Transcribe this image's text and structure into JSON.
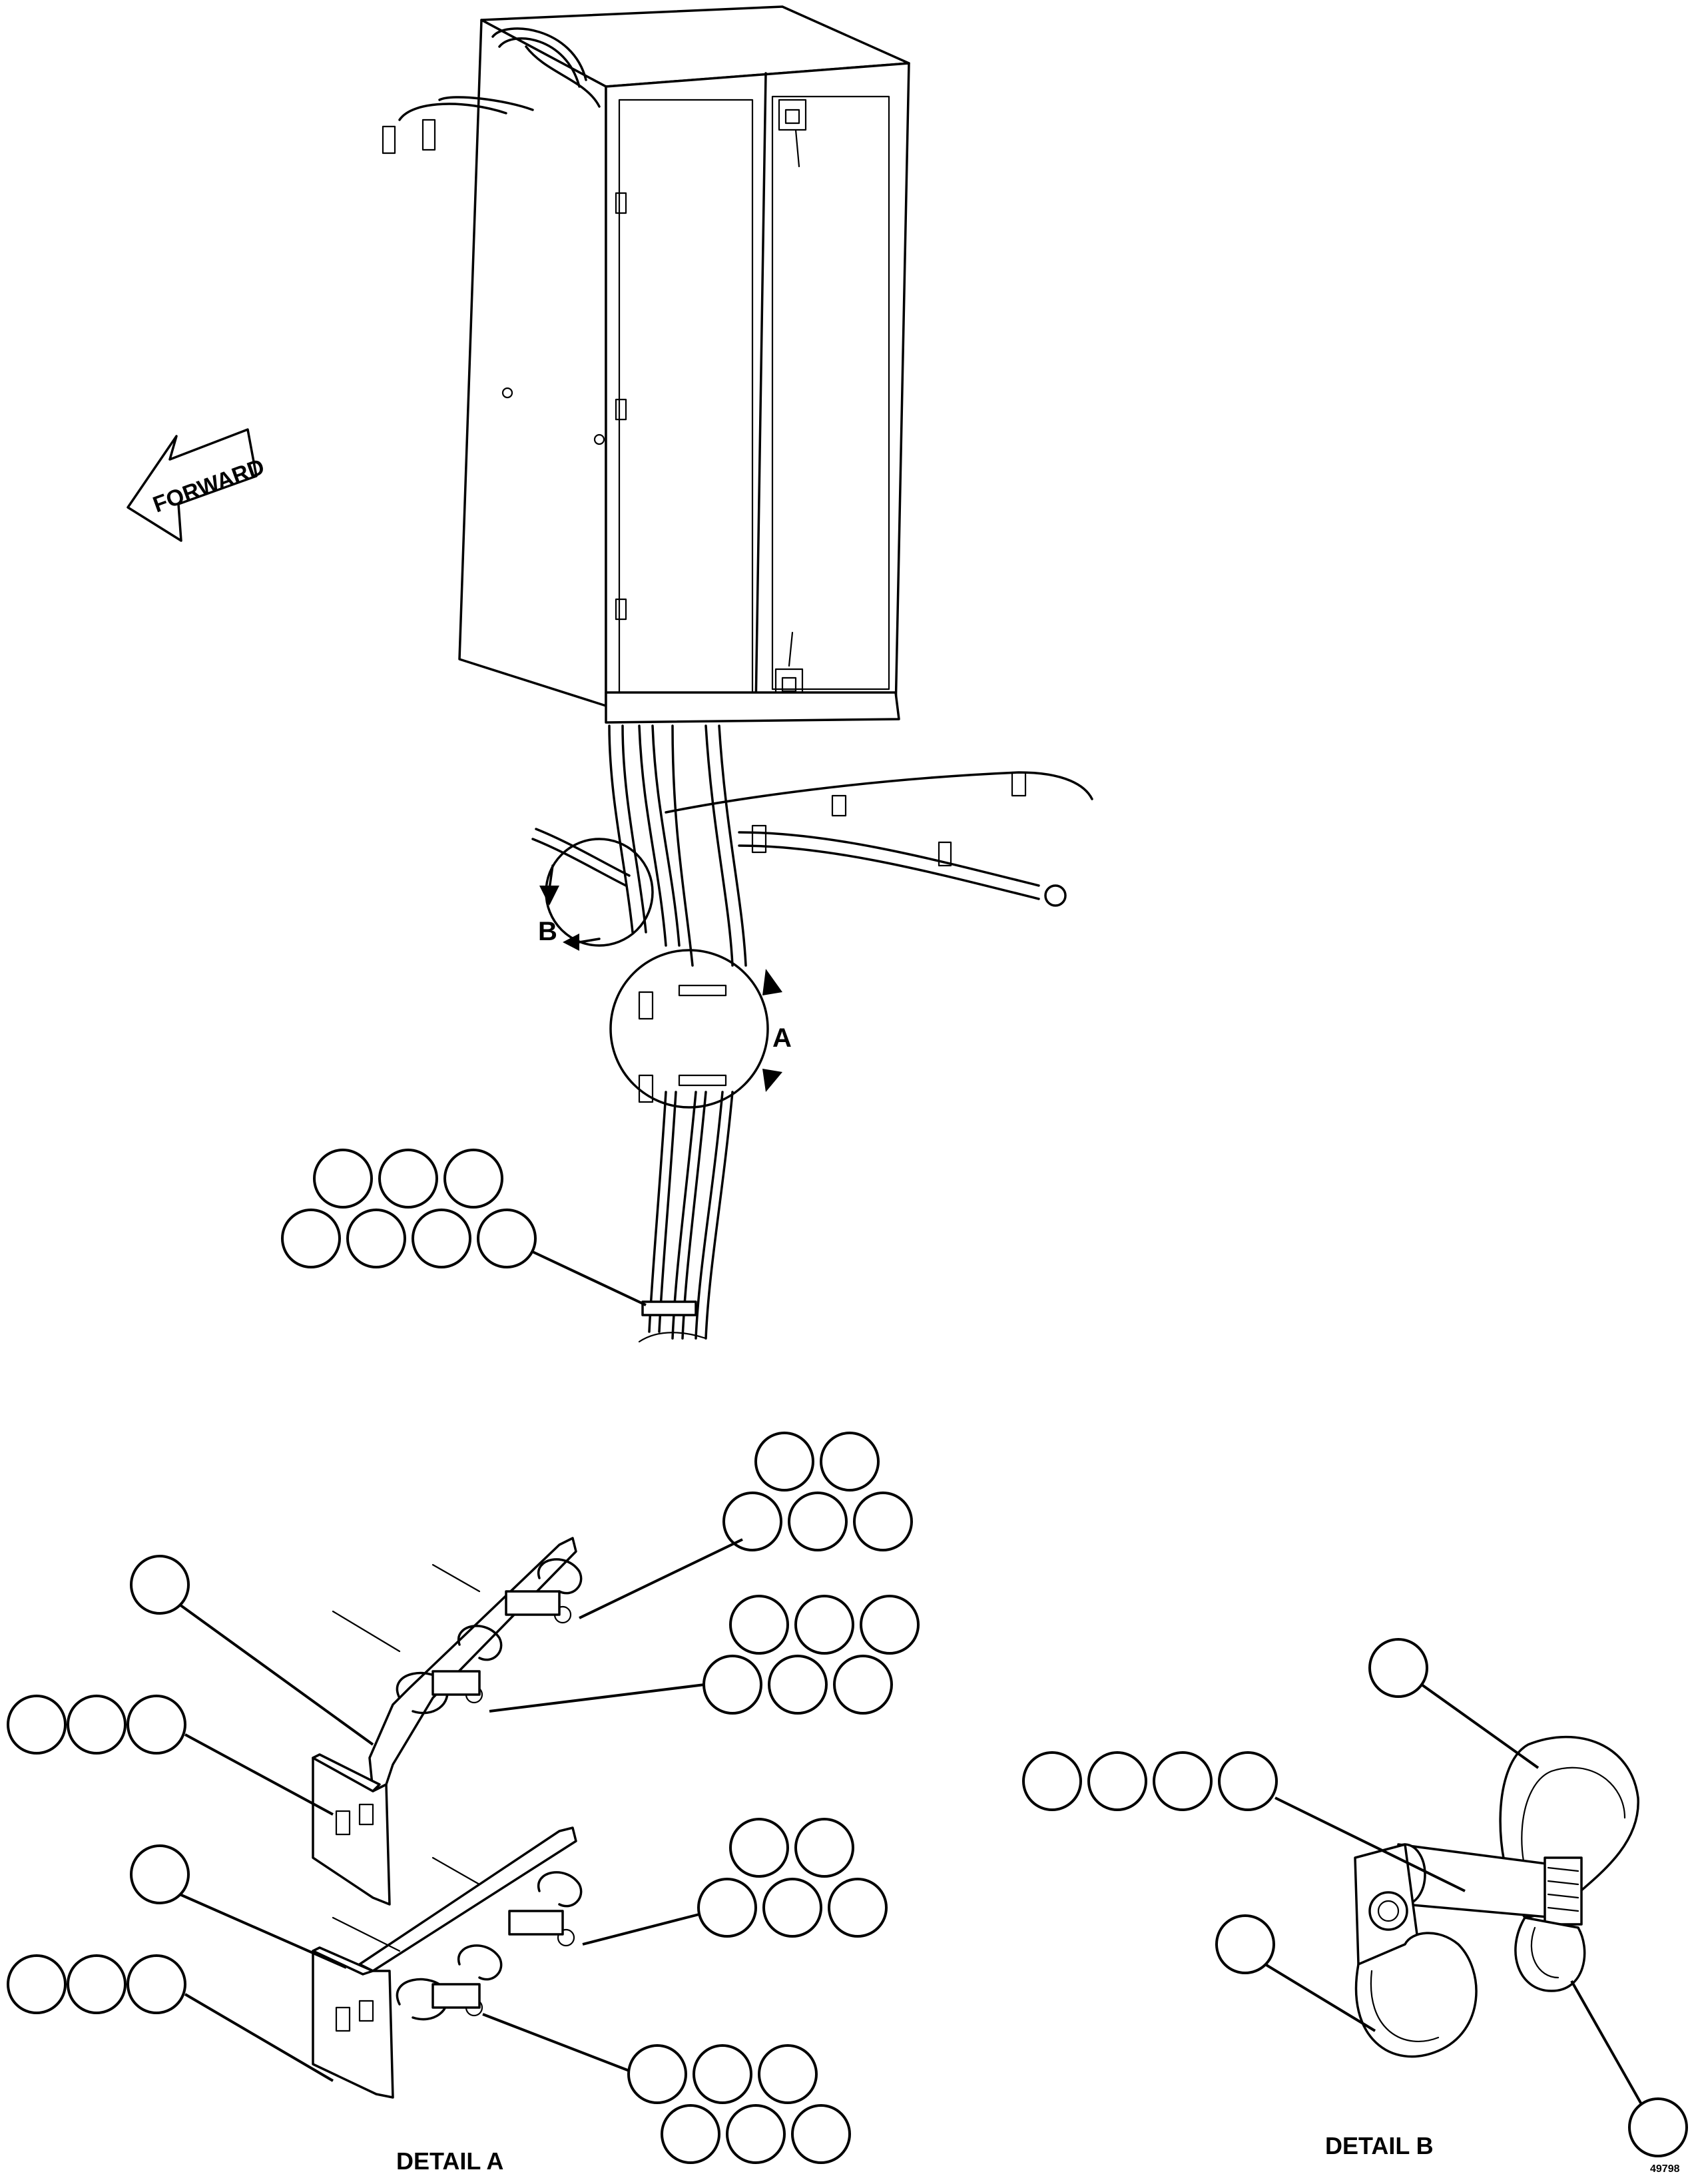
{
  "labels": {
    "forward": "FORWARD",
    "view_a": "A",
    "view_b": "B",
    "detail_a": "DETAIL A",
    "detail_b": "DETAIL B",
    "figure_number": "49798"
  },
  "balloon_groups": [
    {
      "name": "main-cable-clamp-callout",
      "count": 7
    },
    {
      "name": "detail-a-upper-clamp-callout",
      "count": 5
    },
    {
      "name": "detail-a-upper-small-clamp-callout",
      "count": 6
    },
    {
      "name": "detail-a-upper-bracket-callout",
      "count": 1
    },
    {
      "name": "detail-a-upper-stud-callout",
      "count": 3
    },
    {
      "name": "detail-a-lower-bracket-callout",
      "count": 1
    },
    {
      "name": "detail-a-lower-clamp-callout",
      "count": 5
    },
    {
      "name": "detail-a-lower-stud-callout",
      "count": 3
    },
    {
      "name": "detail-a-lower-small-clamp-callout",
      "count": 6
    },
    {
      "name": "detail-b-top-clamp-callout",
      "count": 1
    },
    {
      "name": "detail-b-bolt-callout",
      "count": 4
    },
    {
      "name": "detail-b-lower-clamp-callout",
      "count": 1
    },
    {
      "name": "detail-b-small-clamp-callout",
      "count": 1
    }
  ]
}
